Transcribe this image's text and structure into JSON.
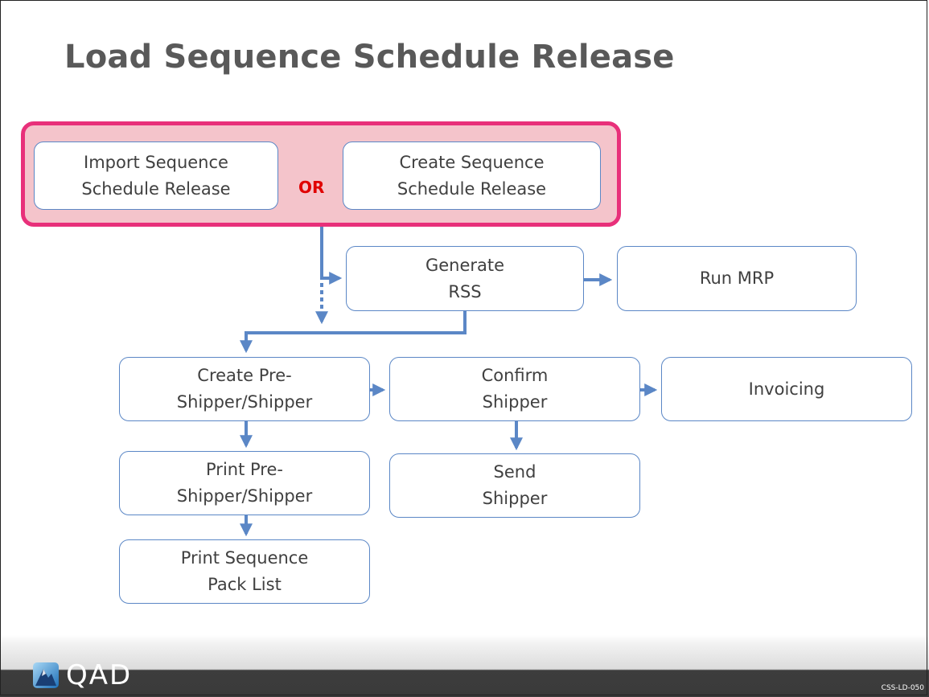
{
  "slide": {
    "title": "Load Sequence Schedule Release",
    "code": "CSS-LD-050"
  },
  "diagram": {
    "or_label": "OR",
    "nodes": {
      "import_release": [
        "Import Sequence",
        "Schedule Release"
      ],
      "create_release": [
        "Create Sequence",
        "Schedule Release"
      ],
      "generate_rss": [
        "Generate",
        "RSS"
      ],
      "run_mrp": [
        "Run MRP"
      ],
      "create_preshipper": [
        "Create Pre-",
        "Shipper/Shipper"
      ],
      "confirm_shipper": [
        "Confirm",
        "Shipper"
      ],
      "invoicing": [
        "Invoicing"
      ],
      "print_preshipper": [
        "Print Pre-",
        "Shipper/Shipper"
      ],
      "send_shipper": [
        "Send",
        "Shipper"
      ],
      "print_pack_list": [
        "Print Sequence",
        "Pack List"
      ]
    }
  },
  "footer": {
    "logo_text": "QAD"
  },
  "colors": {
    "title": "#595959",
    "highlight_fill": "#f4c4cb",
    "highlight_border": "#e8307a",
    "box_border": "#5b87c6",
    "arrow": "#5b87c6",
    "or_text": "#e00000"
  }
}
